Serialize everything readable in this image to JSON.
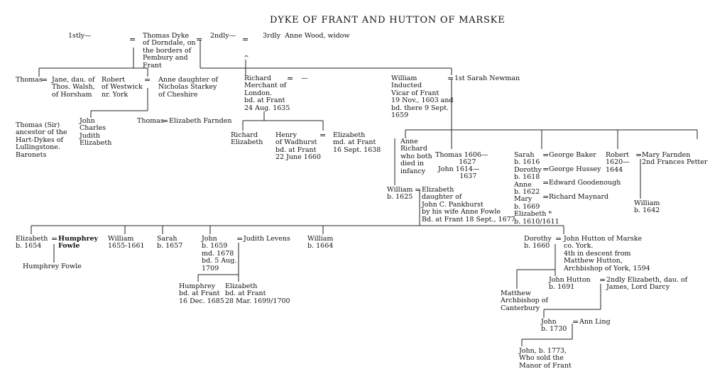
{
  "title": "DYKE OF FRANT AND HUTTON OF MARSKE",
  "marriage_sign": "=",
  "uncertain_mark": "^",
  "nodes": {
    "firstly": "1stly—",
    "thomas_dyke": "Thomas Dyke\nof Dorndale, on\nthe borders of\nPembury and\nFrant",
    "secondly": "2ndly—",
    "thirdly": "3rdly  Anne Wood, widow",
    "thomas": "Thomas",
    "jane": "Jane, dau. of\nThos. Walsh,\nof Horsham",
    "robert_westwick": "Robert\nof Westwick\nnr. York",
    "anne_starkey": "Anne daughter of\nNicholas Starkey\nof Cheshire",
    "richard_merchant": "Richard\nMerchant of\nLondon.\nbd. at Frant\n24 Aug. 1635",
    "dash_spouse": "—",
    "william_vicar": "William\nInducted\nVicar of Frant\n19 Nov., 1603 and\nbd. there 9 Sept.\n1659",
    "sarah_newman": "1st Sarah Newman",
    "thomas_sir": "Thomas (Sir)\nancestor of the\nHart-Dykes of\nLullingstone.\nBaronets",
    "john_charles_judith": "John\nCharles\nJudith\nElizabeth",
    "thomas_2": "Thomas",
    "elizabeth_farnden": "Elizabeth Farnden",
    "richard_elizabeth": "Richard\nElizabeth",
    "henry_wadhurst": "Henry\nof Wadhurst\nbd. at Frant\n22 June 1660",
    "elizabeth_1638": "Elizabeth\nmd. at Frant\n16 Sept. 1638",
    "anne_richard": "Anne\nRichard\nwho both\ndied in\ninfancy",
    "thomas_1606": "Thomas 1606—\n           1627",
    "john_1614": "John 1614—\n          1637",
    "sarah_1616": "Sarah\nb. 1616\nDorothy\nb. 1618\nAnne\nb. 1622\nMary\nb. 1669\nElizabeth *\nb. 1610/1611",
    "george_baker": "George Baker",
    "george_hussey": "George Hussey",
    "edward_goodenough": "Edward Goodenough",
    "richard_maynard": "Richard Maynard",
    "robert_1620": "Robert\n1620—\n1644",
    "mary_farnden": "Mary Farnden\n2nd Frances Petter",
    "william_1642": "William\nb. 1642",
    "william_1625": "William\nb. 1625",
    "elizabeth_pankhurst": "Elizabeth\ndaughter of\nJohn C. Pankhurst\nby his wife Anne Fowle\nBd. at Frant 18 Sept., 1677",
    "elizabeth_1654": "Elizabeth\nb. 1654",
    "humphrey_fowle_spouse": "Humphrey\nFowle",
    "humphrey_fowle": "Humphrey Fowle",
    "william_1655": "William\n1655-1661",
    "sarah_1657": "Sarah\nb. 1657",
    "john_1659": "John\nb. 1659\nmd. 1678\nbd. 5 Aug.\n1709",
    "judith_levens": "Judith Levens",
    "william_1664": "William\nb. 1664",
    "humphrey_1685": "Humphrey\nbd. at Frant\n16 Dec. 1685",
    "elizabeth_1700": "Elizabeth\nbd. at Frant\n28 Mar. 1699/1700",
    "dorothy_1660": "Dorothy\nb. 1660",
    "john_hutton_marske": "John Hutton of Marske\nco. York.\n4th in descent from\nMatthew Hutton,\nArchbishop of York, 1594",
    "matthew_archbishop": "Matthew\nArchbishop of\nCanterbury",
    "john_hutton_1691": "John Hutton\nb. 1691",
    "elizabeth_darcy": "2ndly Elizabeth, dau. of\nJames, Lord Darcy",
    "john_1730": "John\nb. 1730",
    "ann_ling": "Ann Ling",
    "john_1773": "John, b. 1773,\nWho sold the\nManor of Frant"
  }
}
